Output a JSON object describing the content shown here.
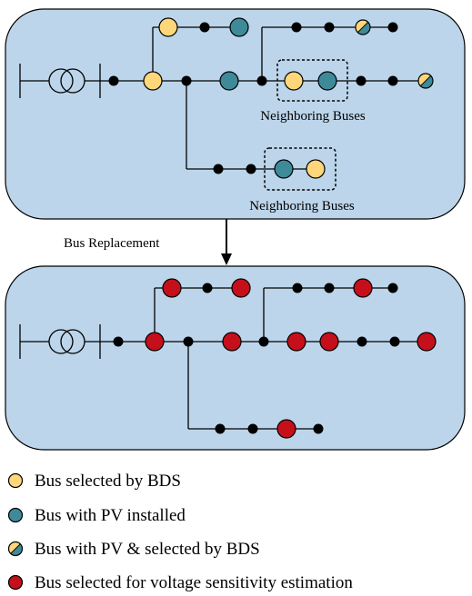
{
  "top_panel": {
    "group_labels": [
      "Neighboring Buses",
      "Neighboring Buses"
    ]
  },
  "arrow_label": "Bus Replacement",
  "legend": [
    {
      "label": "Bus selected by BDS",
      "icon": "yellow-circle-icon"
    },
    {
      "label": "Bus with PV installed",
      "icon": "teal-circle-icon"
    },
    {
      "label": "Bus with PV & selected by BDS",
      "icon": "split-circle-icon"
    },
    {
      "label": "Bus selected for voltage sensitivity estimation",
      "icon": "red-circle-icon"
    }
  ],
  "colors": {
    "panel_fill": "#bcd5ea",
    "bds_yellow": "#ffd77a",
    "pv_teal": "#3e8a99",
    "selected_red": "#c5101b",
    "bus_black": "#000000"
  }
}
